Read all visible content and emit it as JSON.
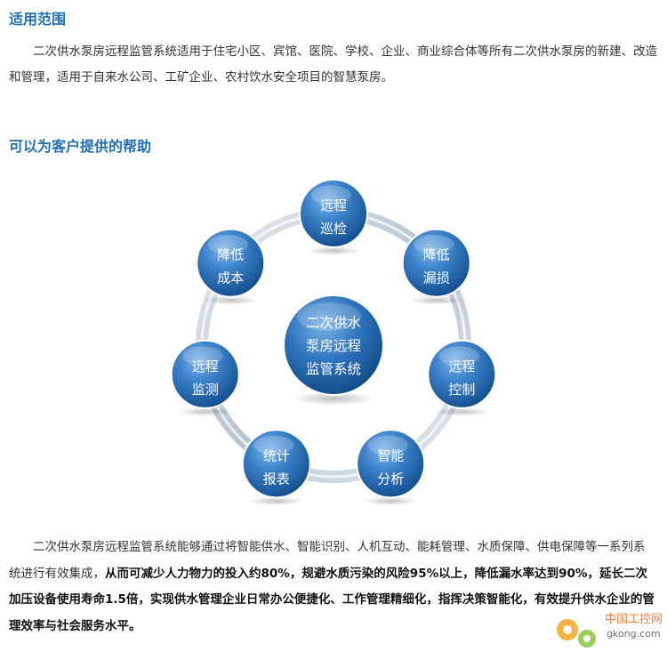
{
  "section1": {
    "heading": "适用范围",
    "text": "二次供水泵房远程监管系统适用于住宅小区、宾馆、医院、学校、企业、商业综合体等所有二次供水泵房的新建、改造和管理，适用于自来水公司、工矿企业、农村饮水安全项目的智慧泵房。"
  },
  "section2": {
    "heading": "可以为客户提供的帮助"
  },
  "diagram": {
    "center": [
      "二次供水",
      "泵房远程",
      "监管系统"
    ],
    "nodes": [
      {
        "name": "node-remote-inspection",
        "lines": [
          "远程",
          "巡检"
        ]
      },
      {
        "name": "node-reduce-leakage",
        "lines": [
          "降低",
          "漏损"
        ]
      },
      {
        "name": "node-remote-control",
        "lines": [
          "远程",
          "控制"
        ]
      },
      {
        "name": "node-smart-analysis",
        "lines": [
          "智能",
          "分析"
        ]
      },
      {
        "name": "node-statistics-report",
        "lines": [
          "统计",
          "报表"
        ]
      },
      {
        "name": "node-remote-monitoring",
        "lines": [
          "远程",
          "监测"
        ]
      },
      {
        "name": "node-reduce-cost",
        "lines": [
          "降低",
          "成本"
        ]
      }
    ],
    "colors": {
      "ring": "#c9d3dd",
      "node_light": "#6aa6e0",
      "node_dark": "#15508f"
    }
  },
  "section3": {
    "text_plain": "二次供水泵房远程监管系统能够通过将智能供水、智能识别、人机互动、能耗管理、水质保障、供电保障等一系列系统进行有效集成，",
    "text_bold": "从而可减少人力物力的投入约80%，规避水质污染的风险95%以上，降低漏水率达到90%，延长二次加压设备使用寿命1.5倍，实现供水管理企业日常办公便捷化、工作管理精细化，指挥决策智能化，有效提升供水企业的管理效率与社会服务水平。"
  },
  "watermark": {
    "cn": "中国工控网",
    "url": "gkong.com"
  }
}
